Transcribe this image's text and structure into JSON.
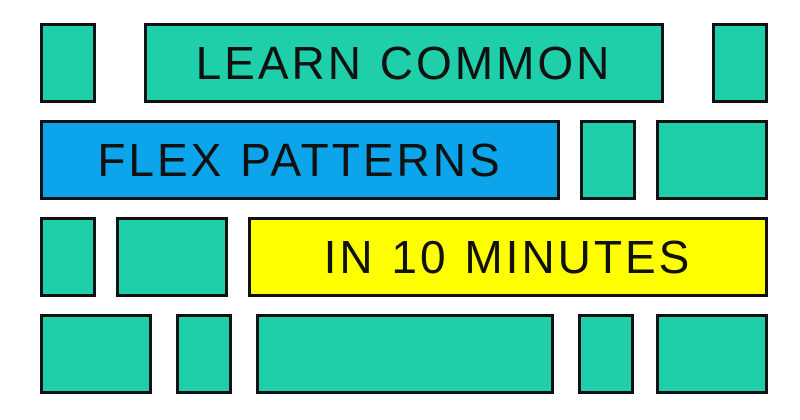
{
  "banner": {
    "line1": "LEARN COMMON",
    "line2": "FLEX PATTERNS",
    "line3": "IN 10 MINUTES"
  },
  "colors": {
    "teal": "#1ecfa9",
    "blue": "#0ca4ea",
    "yellow": "#ffff00",
    "border": "#111111",
    "background": "#ffffff"
  }
}
